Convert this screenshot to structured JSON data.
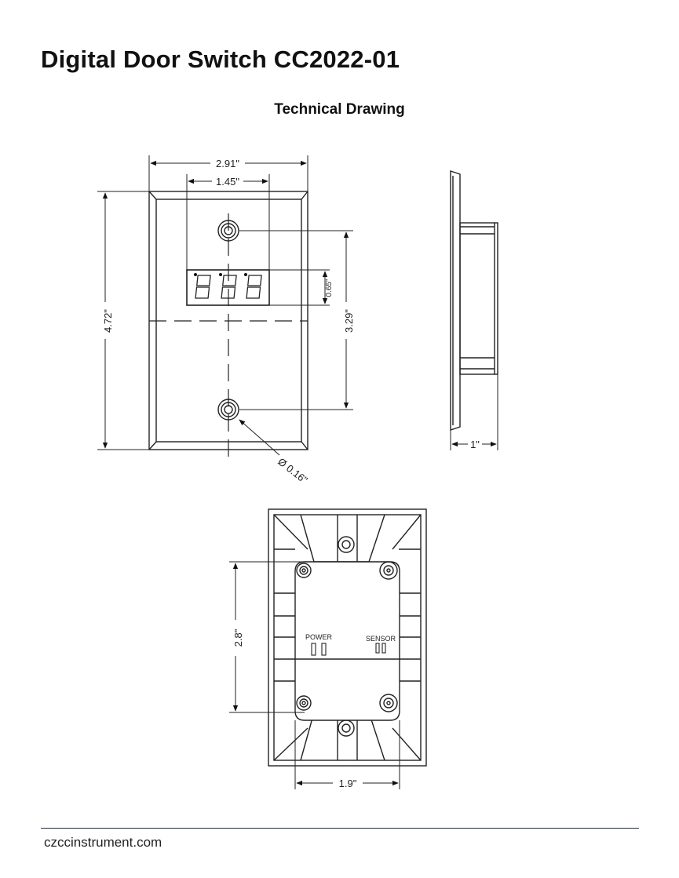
{
  "document": {
    "title": "Digital Door Switch CC2022-01",
    "subtitle": "Technical Drawing",
    "footer": "czccinstrument.com"
  },
  "dimensions": {
    "front_width": "2.91\"",
    "display_width": "1.45\"",
    "front_height": "4.72\"",
    "display_height": "0.65\"",
    "screw_spacing": "3.29\"",
    "hole_diameter": "Ø 0.16\"",
    "side_depth": "1\"",
    "back_height": "2.8\"",
    "back_width": "1.9\""
  },
  "labels": {
    "power": "POWER",
    "sensor": "SENSOR"
  }
}
